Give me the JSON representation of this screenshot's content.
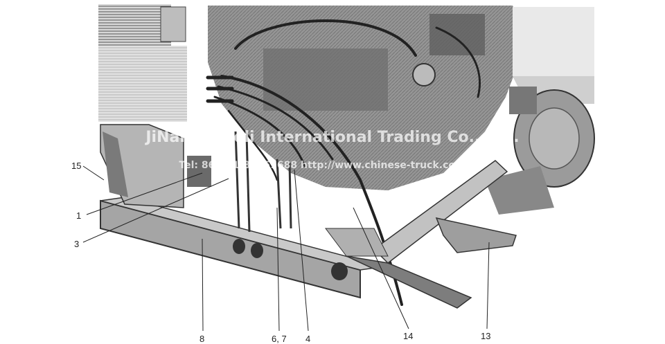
{
  "watermark": {
    "company": "JiNan Huisoli International Trading Co., Ltd.",
    "contact": "Tel: 86-531-85751688   http://www.chinese-truck.com"
  },
  "callouts": {
    "c15": "15",
    "c1": "1",
    "c3": "3",
    "c8": "8",
    "c67": "6, 7",
    "c4": "4",
    "c14": "14",
    "c13": "13"
  }
}
